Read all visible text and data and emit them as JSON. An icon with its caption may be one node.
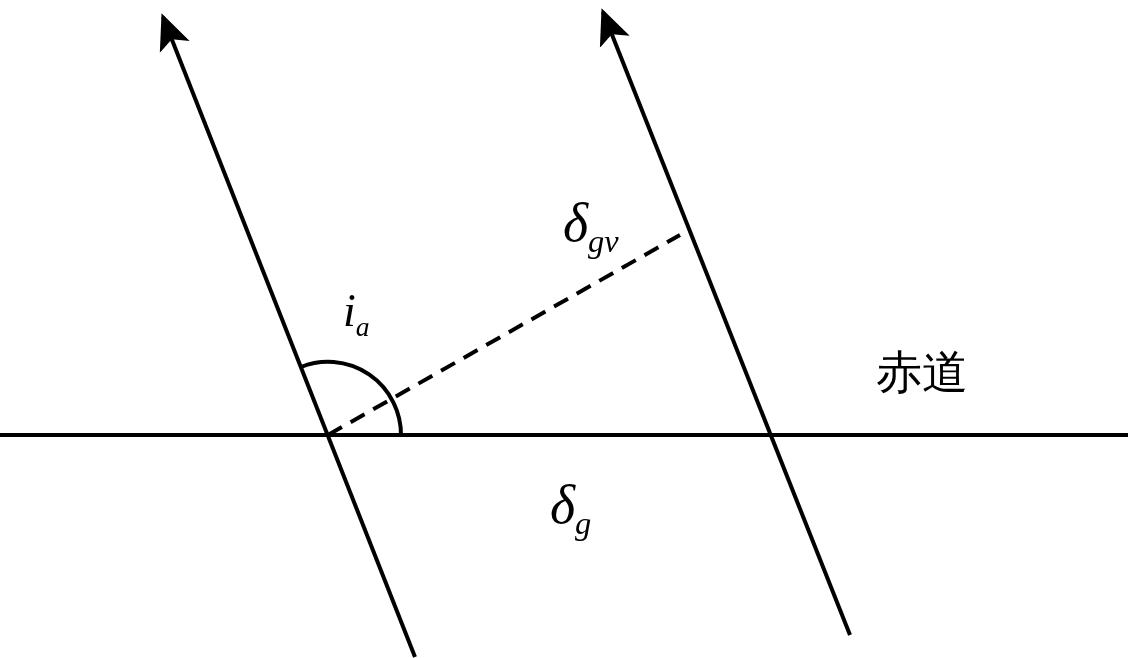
{
  "diagram": {
    "labels": [
      "i$_{a}$",
      "δ$_{gv}$",
      "赤道",
      "δ$_{g}$"
    ]
  }
}
